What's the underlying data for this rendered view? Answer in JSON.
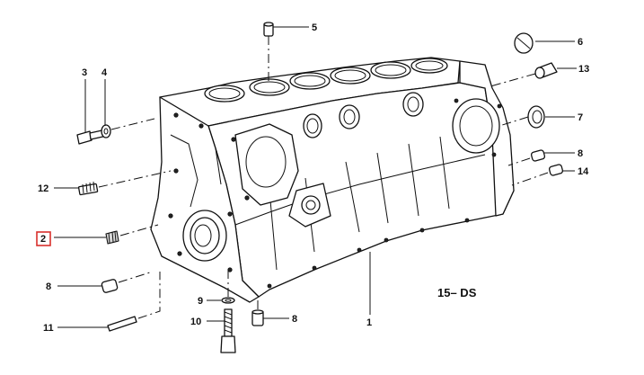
{
  "diagram_code": "15– DS",
  "highlighted_callout": "2",
  "callouts": {
    "c1": "1",
    "c2": "2",
    "c3": "3",
    "c4": "4",
    "c5": "5",
    "c6": "6",
    "c7": "7",
    "c8_right": "8",
    "c8_left": "8",
    "c8_bottom": "8",
    "c9": "9",
    "c10": "10",
    "c11": "11",
    "c12": "12",
    "c13": "13",
    "c14": "14"
  },
  "colors": {
    "line": "#111111",
    "highlight": "#d9302c",
    "background": "#ffffff"
  }
}
